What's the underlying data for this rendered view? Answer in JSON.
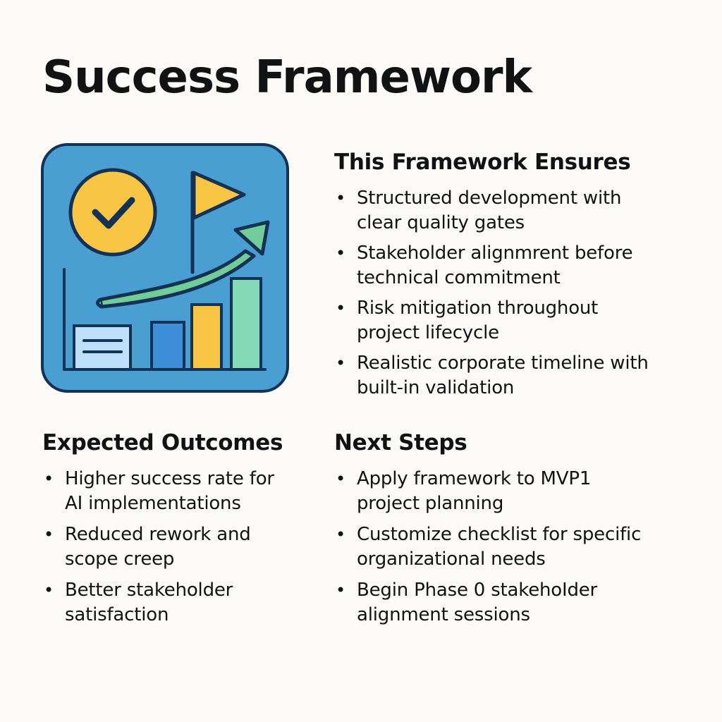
{
  "title": "Success Framework",
  "illustration": {
    "icons": [
      "check-circle-icon",
      "flag-icon",
      "trend-arrow-icon",
      "bar-chart-icon",
      "document-card-icon"
    ],
    "colors": {
      "panel": "#4a9fd2",
      "outline": "#143255",
      "check_circle": "#f8c644",
      "flag": "#f8c644",
      "arrow": "#72cc97",
      "card": "#bfe0fa",
      "bar_blue": "#3f8fd8",
      "bar_yellow": "#f8c644",
      "bar_green": "#85d8b6"
    }
  },
  "ensures": {
    "heading": "This Framework Ensures",
    "items": [
      {
        "line1": "Structured development with",
        "line2": "clear quality gates"
      },
      {
        "line1": "Stakeholder alignmrent before",
        "line2": "technical commitment"
      },
      {
        "line1": "Risk mitigation throughout",
        "line2": "project lifecycle"
      },
      {
        "line1": "Realistic corporate timeline with",
        "line2": "built-in validation"
      }
    ]
  },
  "outcomes": {
    "heading": "Expected Outcomes",
    "items": [
      {
        "line1": "Higher success rate for",
        "line2": "AI implementations"
      },
      {
        "line1": "Reduced rework and",
        "line2": "scope creep"
      },
      {
        "line1": "Better stakeholder",
        "line2": "satisfaction"
      }
    ]
  },
  "next_steps": {
    "heading": "Next Steps",
    "items": [
      {
        "line1": "Apply framework to MVP1",
        "line2": "project planning"
      },
      {
        "line1": "Customize checklist for specific",
        "line2": "organizational needs"
      },
      {
        "line1": "Begin Phase 0 stakehoIder",
        "line2": "alignment sessions"
      }
    ]
  },
  "bullet_char": "•"
}
